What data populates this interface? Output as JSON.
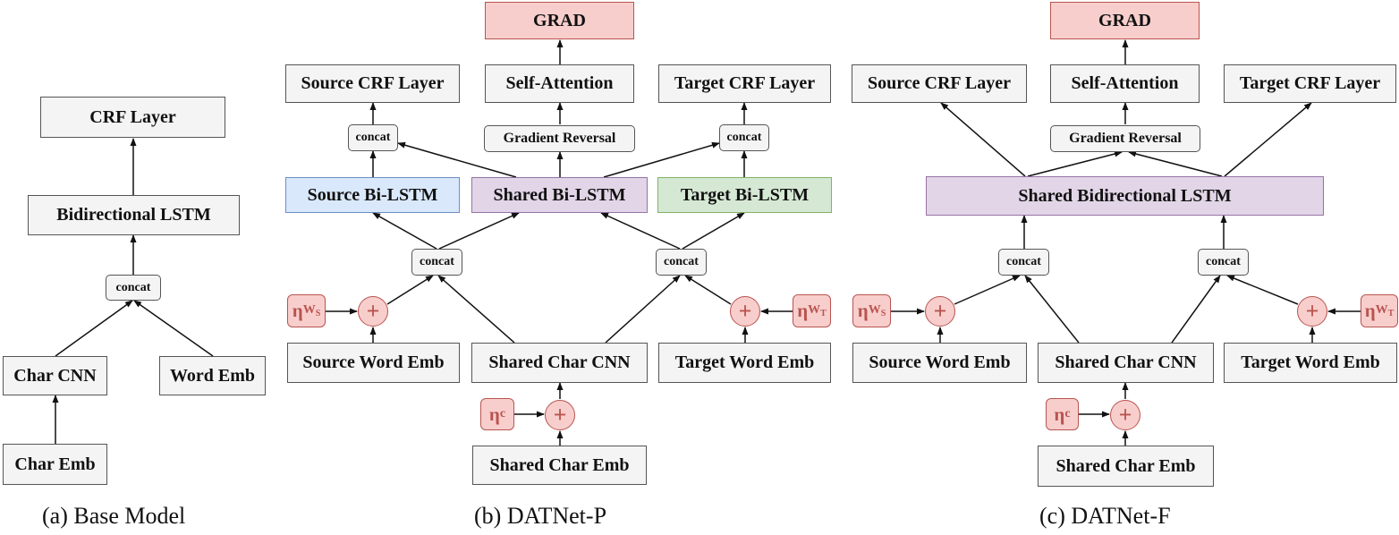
{
  "labels": {
    "crf_layer": "CRF Layer",
    "bidirectional_lstm": "Bidirectional LSTM",
    "concat": "concat",
    "char_cnn": "Char CNN",
    "word_emb": "Word Emb",
    "char_emb": "Char Emb",
    "grad": "GRAD",
    "source_crf": "Source CRF Layer",
    "self_attention": "Self-Attention",
    "target_crf": "Target CRF Layer",
    "gradient_reversal": "Gradient Reversal",
    "source_bilstm": "Source Bi-LSTM",
    "shared_bilstm": "Shared Bi-LSTM",
    "target_bilstm": "Target Bi-LSTM",
    "source_word_emb": "Source Word Emb",
    "shared_char_cnn": "Shared Char CNN",
    "target_word_emb": "Target Word Emb",
    "shared_char_emb": "Shared Char Emb",
    "shared_bidirectional_lstm": "Shared Bidirectional LSTM",
    "plus": "+",
    "eta": "η",
    "eta_c_sub": "c",
    "eta_w_sub": "W",
    "eta_ws_subsub": "S",
    "eta_wt_subsub": "T"
  },
  "captions": {
    "a": "(a)  Base Model",
    "b": "(b)  DATNet-P",
    "c": "(c)  DATNet-F"
  },
  "colors": {
    "grad_fill": "#f8cecc",
    "grad_stroke": "#b85450",
    "source_fill": "#dae8fc",
    "shared_fill": "#e1d5e7",
    "target_fill": "#d5e8d4",
    "box_fill": "#f4f4f4"
  }
}
